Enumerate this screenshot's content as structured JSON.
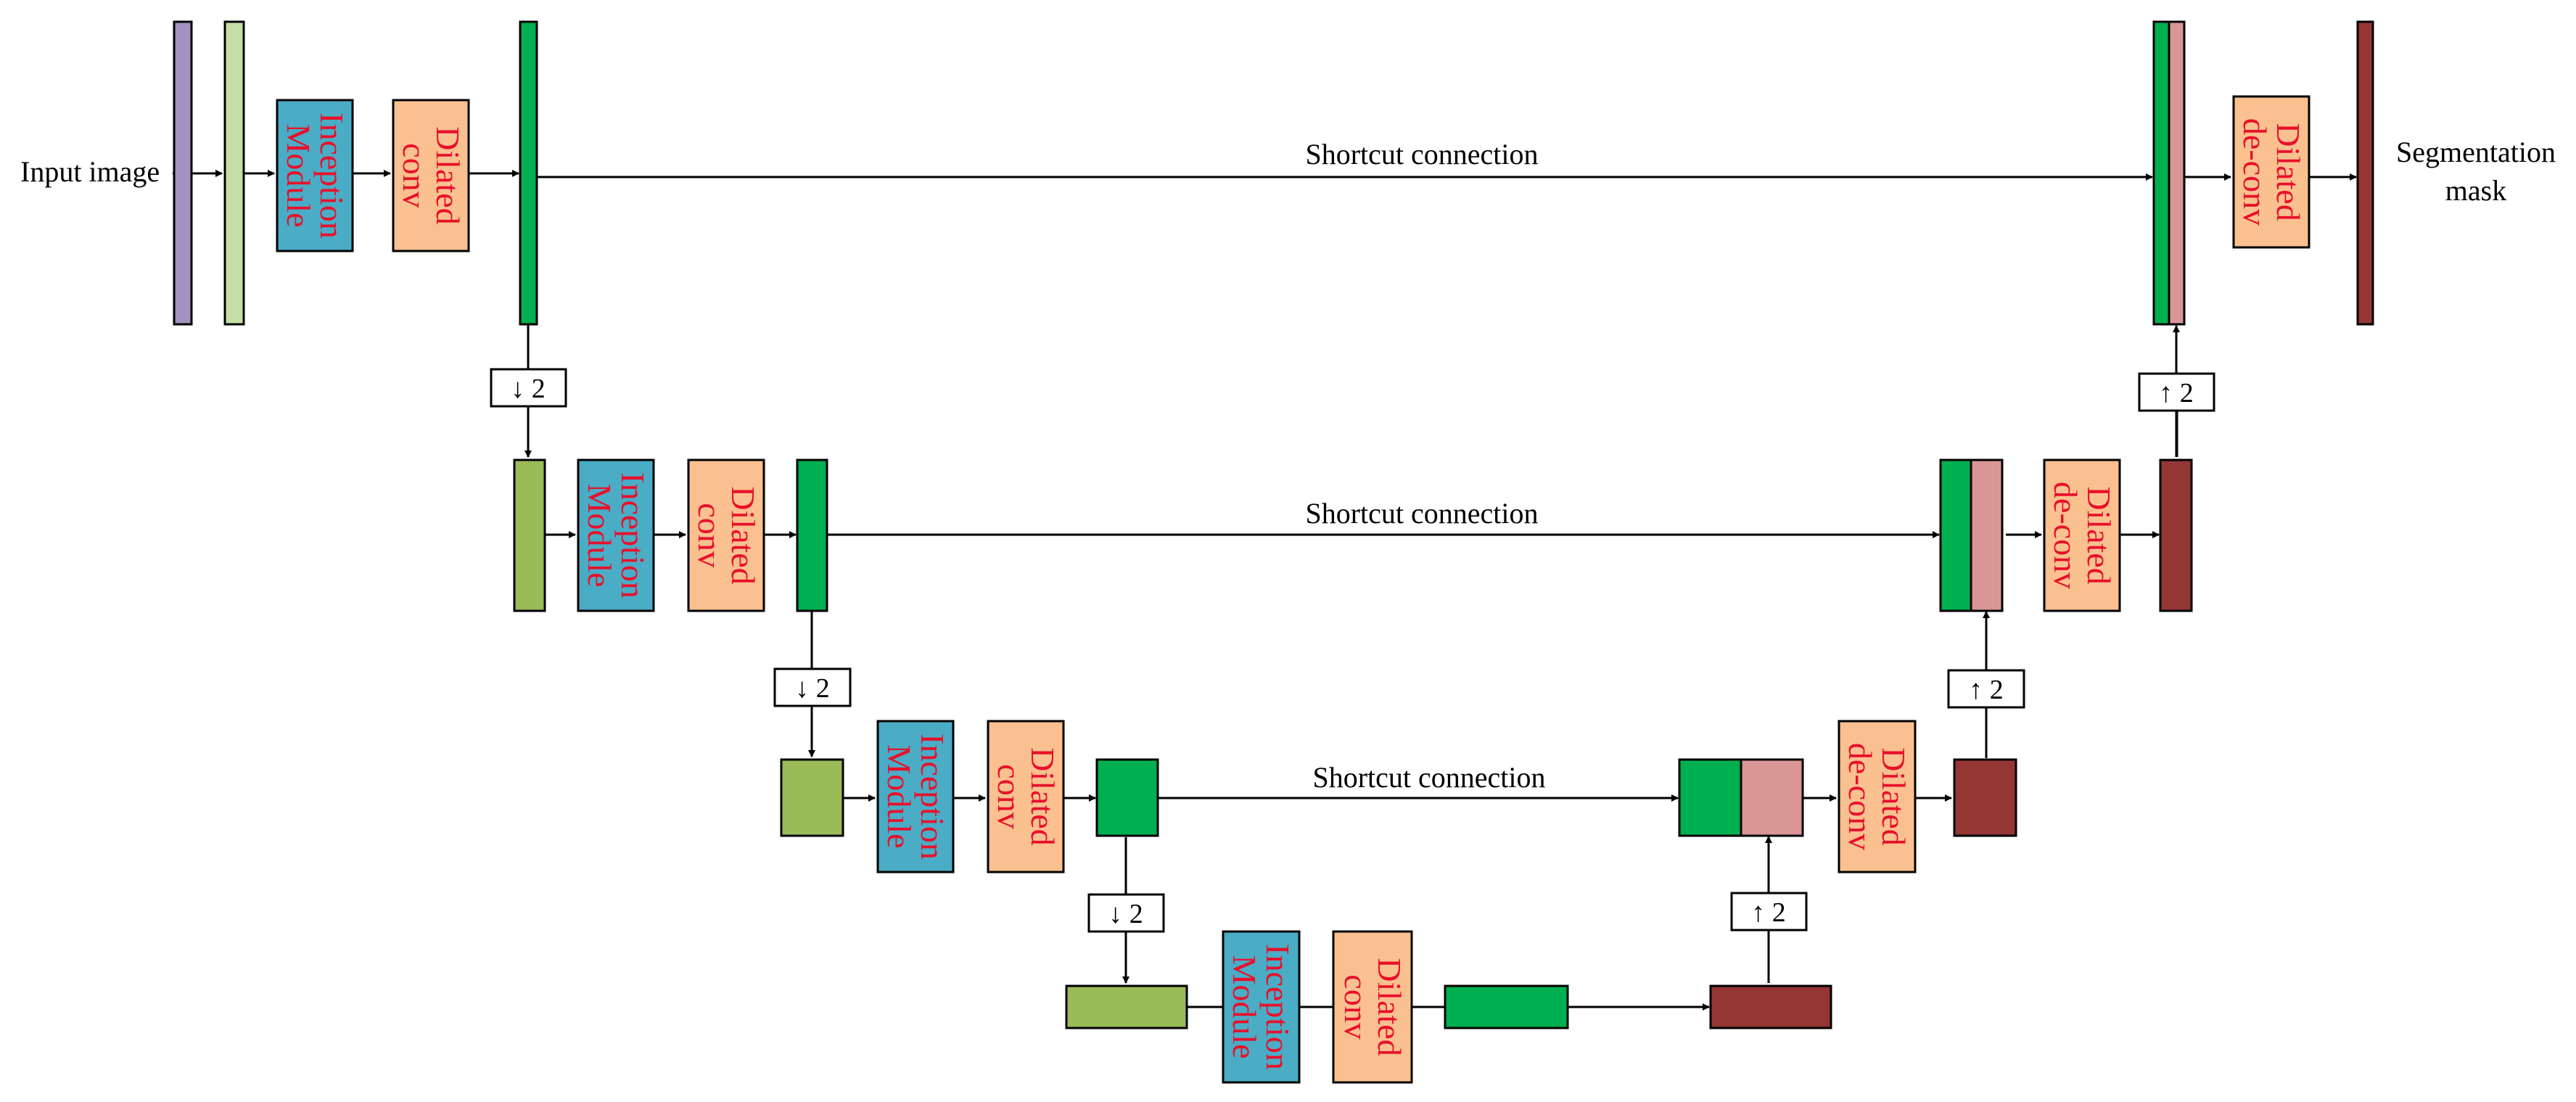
{
  "labels": {
    "input": "Input image",
    "output_line1": "Segmentation",
    "output_line2": "mask",
    "shortcut": "Shortcut connection"
  },
  "modules": {
    "inception_line1": "Inception",
    "inception_line2": "Module",
    "dilated_line1": "Dilated",
    "dilated_conv_line2": "conv",
    "dilated_deconv_line2": "de-conv"
  },
  "ops": {
    "down": "↓ 2",
    "up": "↑ 2"
  },
  "colors": {
    "input_block": "#a291c1",
    "light_green": "#c6dfa6",
    "olive_green": "#9bbb59",
    "bright_green": "#00b050",
    "inception": "#4bacc6",
    "dilated": "#fac090",
    "pink": "#d99694",
    "maroon": "#943634",
    "module_text": "#e8102a"
  }
}
